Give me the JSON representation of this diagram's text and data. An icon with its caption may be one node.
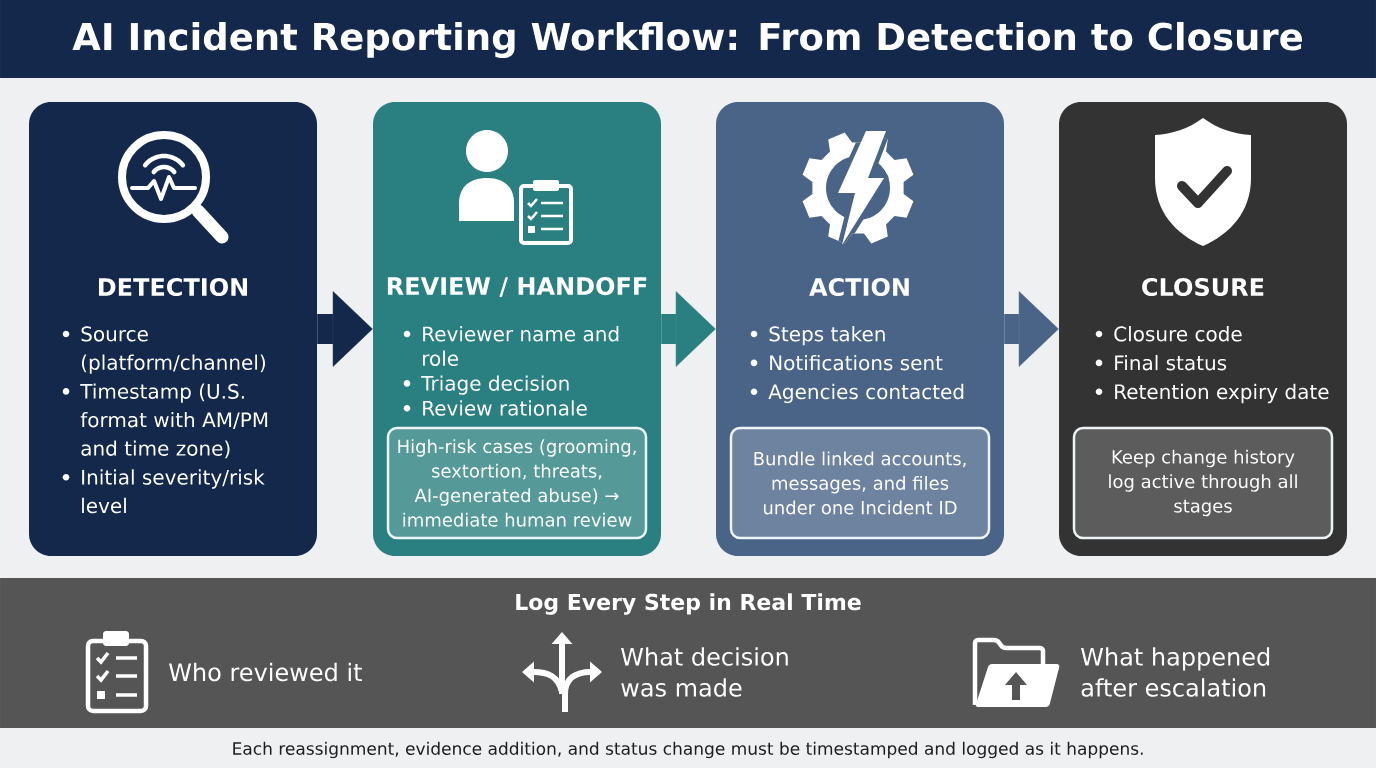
{
  "diagram": {
    "title": "AI Incident Reporting Workflow: From Detection to Closure",
    "caption": "Each reassignment, evidence addition, and status change must be timestamped and logged as it happens.",
    "nodes": [
      {
        "text": [
          "DETECTION",
          "Source (platform/channel)",
          "Timestamp (U.S. format with AM/PM and time zone)",
          "Initial severity/risk level"
        ]
      },
      {
        "text": [
          "REVIEW / HANDOFF",
          "Reviewer name and role",
          "Triage decision",
          "Review rationale"
        ]
      },
      {
        "text": [
          "High-risk cases (grooming, sextortion, threats, AI-generated abuse) → immediate human review"
        ],
        "in": 1
      },
      {
        "text": [
          "ACTION",
          "Steps taken",
          "Notifications sent",
          "Agencies contacted"
        ]
      },
      {
        "text": [
          "Bundle linked accounts, messages, and files under one Incident ID"
        ],
        "in": 3
      },
      {
        "text": [
          "CLOSURE",
          "Closure code",
          "Final status",
          "Retention expiry date"
        ]
      },
      {
        "text": [
          "Keep change history log active through all stages"
        ],
        "in": 5
      },
      {
        "text": [
          "Log Every Step in Real Time",
          "Who reviewed it",
          "What decision was made",
          "What happened after escalation"
        ]
      }
    ],
    "edges": [
      {
        "from": 0,
        "to": 1,
        "arrow": "to",
        "color": "#13284b"
      },
      {
        "from": 1,
        "to": 3,
        "arrow": "to",
        "color": "#2a7f80"
      },
      {
        "from": 3,
        "to": 5,
        "arrow": "to",
        "color": "#4a6488"
      }
    ]
  }
}
